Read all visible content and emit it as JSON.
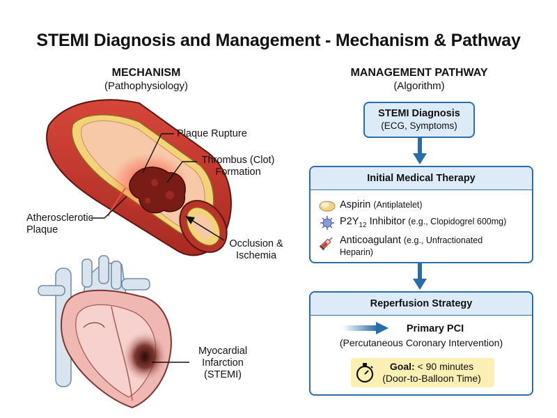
{
  "title": "STEMI Diagnosis and Management - Mechanism & Pathway",
  "mechanism": {
    "heading": "MECHANISM",
    "subheading": "(Pathophysiology)",
    "labels": {
      "plaque_rupture": "Plaque Rupture",
      "thrombus_line1": "Thrombus (Clot)",
      "thrombus_line2": "Formation",
      "atherosclerotic_line1": "Atherosclerotic",
      "atherosclerotic_line2": "Plaque",
      "occlusion_line1": "Occlusion &",
      "occlusion_line2": "Ischemia",
      "mi_line1": "Myocardial",
      "mi_line2": "Infarction",
      "mi_line3": "(STEMI)"
    }
  },
  "pathway": {
    "heading": "MANAGEMENT PATHWAY",
    "subheading": "(Algorithm)",
    "diagnosis": {
      "title": "STEMI Diagnosis",
      "subtitle": "(ECG, Symptoms)"
    },
    "initial_therapy": {
      "title": "Initial Medical Therapy",
      "drugs": [
        {
          "icon": "pill-icon",
          "name": "Aspirin",
          "detail": "(Antiplatelet)"
        },
        {
          "icon": "platelet-icon",
          "name_prefix": "P2Y",
          "name_sub": "12",
          "name_suffix": " Inhibitor",
          "detail": "(e.g., Clopidogrel 600mg)"
        },
        {
          "icon": "syringe-icon",
          "name": "Anticoagulant",
          "detail_line1": "(e.g., Unfractionated",
          "detail_line2": "Heparin)"
        }
      ]
    },
    "reperfusion": {
      "title": "Reperfusion Strategy",
      "primary": "Primary PCI",
      "primary_detail": "(Percutaneous Coronary Intervention)",
      "goal_label": "Goal:",
      "goal_value": " < 90 minutes",
      "goal_detail": "(Door-to-Balloon Time)"
    }
  },
  "colors": {
    "accent_blue": "#2a6da6",
    "box_fill": "#dcebf7",
    "goal_fill": "#faf0b4",
    "artery": "#c0392b",
    "plaque": "#f3d27a"
  }
}
